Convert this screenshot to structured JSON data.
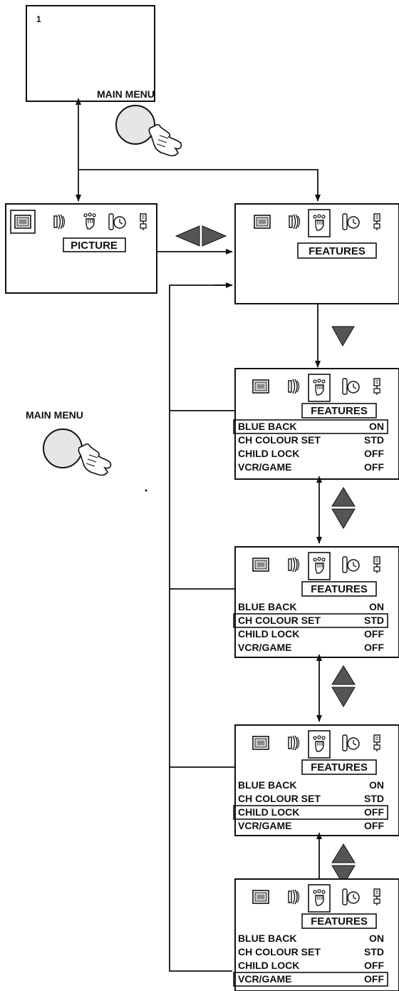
{
  "screen_number": "1",
  "main_menu_label": "MAIN MENU",
  "picture_title": "PICTURE",
  "features_title": "FEATURES",
  "menu_items": [
    {
      "label": "BLUE BACK",
      "value": "ON"
    },
    {
      "label": "CH COLOUR SET",
      "value": "STD"
    },
    {
      "label": "CHILD LOCK",
      "value": "OFF"
    },
    {
      "label": "VCR/GAME",
      "value": "OFF"
    }
  ],
  "icons": [
    "picture-icon",
    "sound-icon",
    "features-icon",
    "timer-icon",
    "setup-icon"
  ],
  "colors": {
    "line": "#111111",
    "arrow_fill": "#555555",
    "screen_fill": "#c9c9c9"
  }
}
